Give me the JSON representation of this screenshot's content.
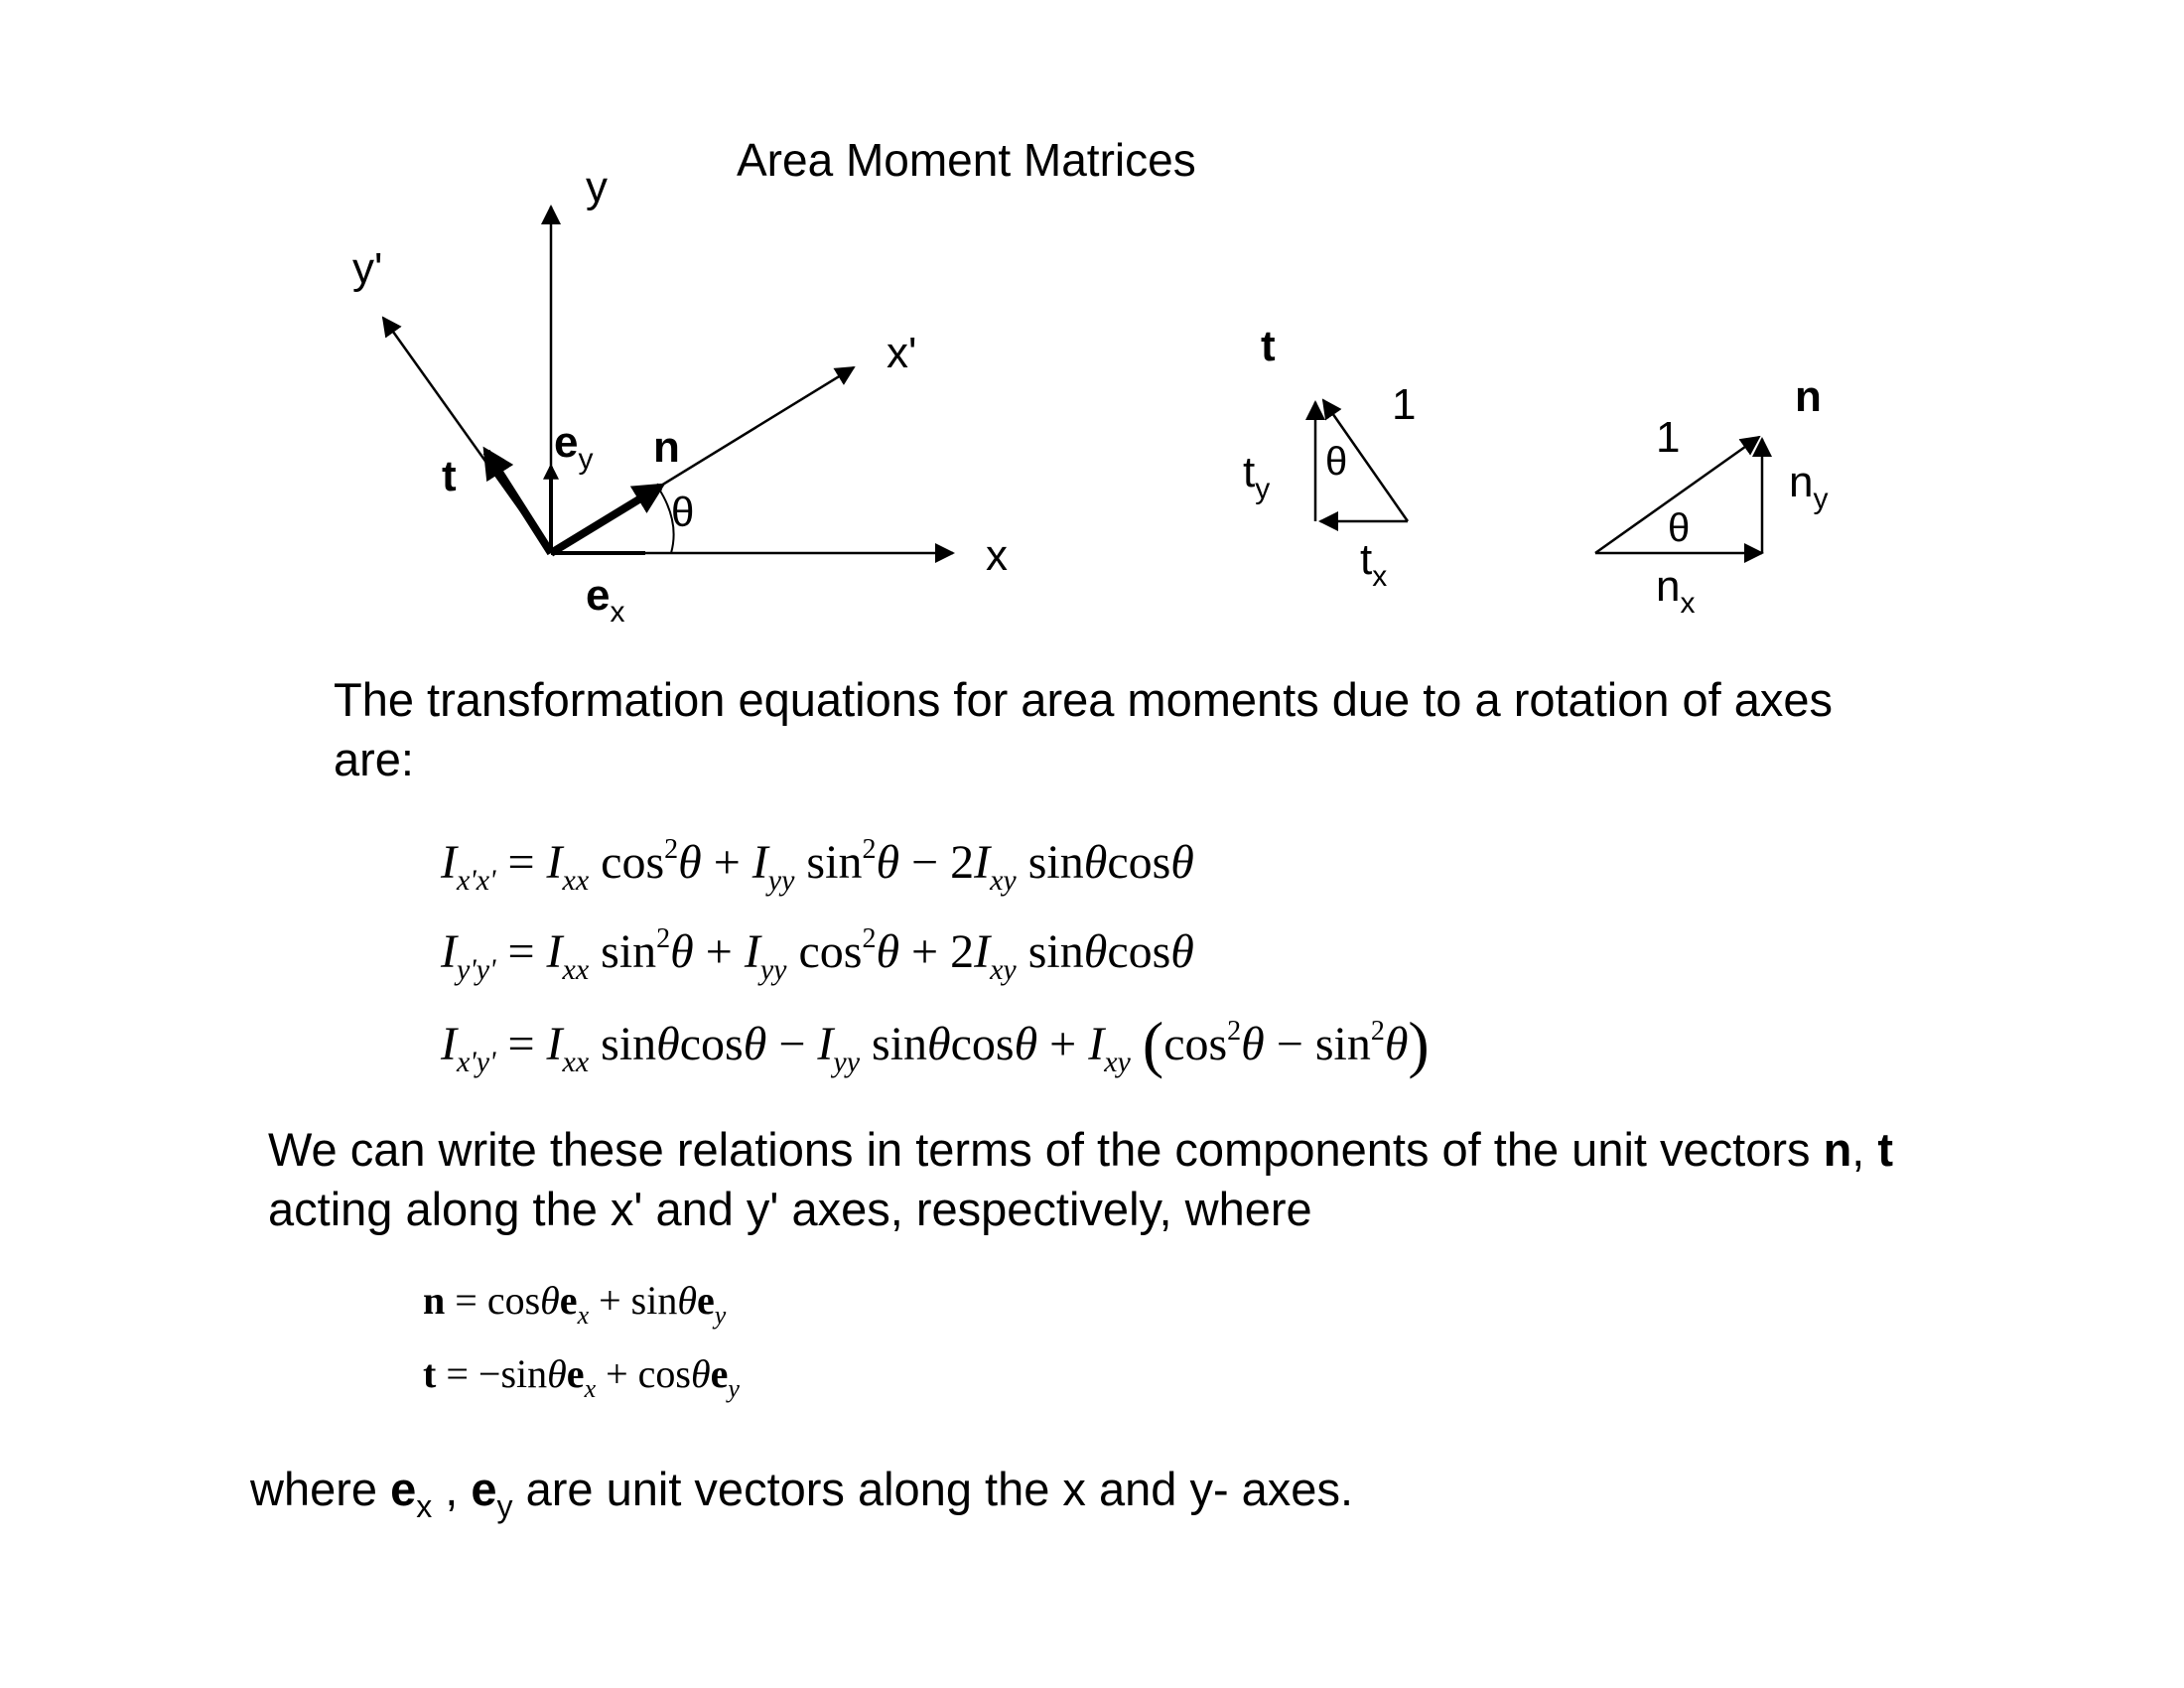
{
  "title": "Area Moment Matrices",
  "diagram": {
    "axis_y": "y",
    "axis_y_prime": "y'",
    "axis_x": "x",
    "axis_x_prime": "x'",
    "vec_t": "t",
    "vec_n": "n",
    "vec_e": "e",
    "sub_x": "x",
    "sub_y": "y",
    "theta": "θ",
    "tri_t_label": "t",
    "tri_t_one": "1",
    "tri_t_comp": "t",
    "tri_n_label": "n",
    "tri_n_one": "1",
    "tri_n_comp": "n"
  },
  "para1": "The transformation equations for area moments due to a rotation of axes are:",
  "equations": {
    "I": "I",
    "eq": " = ",
    "plus": " + ",
    "minus": " − ",
    "cos": "cos",
    "sin": "sin",
    "sq": "2",
    "theta": "θ",
    "two": "2",
    "lparen": "(",
    "rparen": ")",
    "sub_xpxp": "x'x'",
    "sub_ypyp": "y'y'",
    "sub_xpyp": "x'y'",
    "sub_xx": "xx",
    "sub_yy": "yy",
    "sub_xy": "xy"
  },
  "para2": {
    "part1": "We can write these relations in terms of the components of the unit vectors ",
    "n": "n",
    "comma": ", ",
    "t": "t",
    "part2": " acting along the x' and y' axes, respectively, where"
  },
  "vector_equations": {
    "n": "n",
    "t": "t",
    "e": "e",
    "eq": " = ",
    "eq_neg": " = −",
    "plus": " + ",
    "cos": "cos",
    "sin": "sin",
    "theta": "θ",
    "sub_x": "x",
    "sub_y": "y"
  },
  "para3": {
    "part1": "where ",
    "e": "e",
    "sub_x": "x",
    "sep": " , ",
    "sub_y": "y",
    "part2": " are unit vectors along the x and y- axes."
  }
}
